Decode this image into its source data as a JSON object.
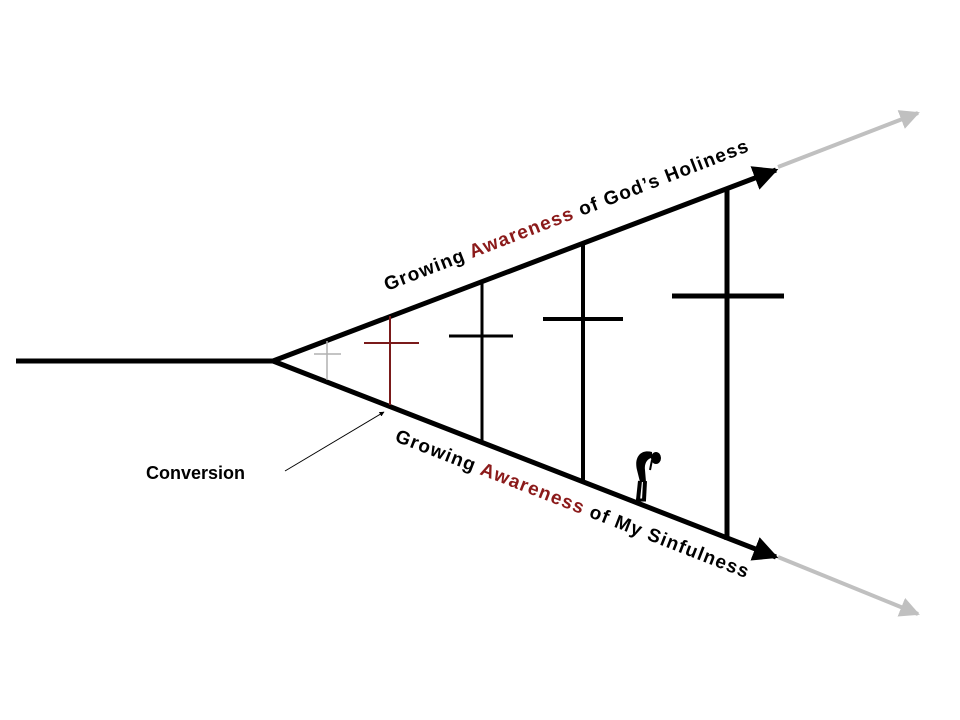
{
  "upper_label": {
    "prefix": "Growing ",
    "highlight": "Awareness",
    "suffix": " of God’s Holiness"
  },
  "lower_label": {
    "prefix": "Growing ",
    "highlight": "Awareness",
    "suffix": " of My Sinfulness"
  },
  "conversion_label": "Conversion",
  "colors": {
    "line": "#000000",
    "highlight": "#8b1a1a",
    "faded_arrow": "#c0c0c0",
    "first_cross": "#b0b0b0",
    "conversion_cross": "#7a1a1a"
  },
  "icons": [
    "cross",
    "bowed-figure",
    "arrow"
  ]
}
